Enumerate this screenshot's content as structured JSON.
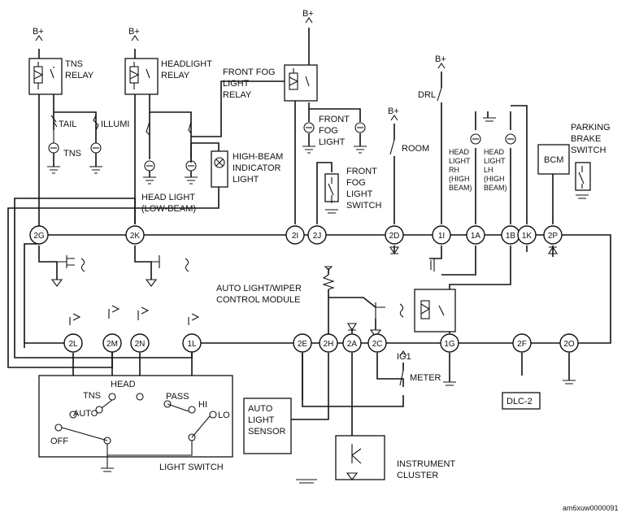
{
  "labels": {
    "bplus": "B+",
    "tns_relay": [
      "TNS",
      "RELAY"
    ],
    "headlight_relay": [
      "HEADLIGHT",
      "RELAY"
    ],
    "front_fog_light_relay": [
      "FRONT FOG",
      "LIGHT",
      "RELAY"
    ],
    "tail": "TAIL",
    "illumi": "ILLUMI",
    "tns_lamp": "TNS",
    "front_fog_light": [
      "FRONT",
      "FOG",
      "LIGHT"
    ],
    "high_beam_indicator": [
      "HIGH-BEAM",
      "INDICATOR",
      "LIGHT"
    ],
    "front_fog_light_switch": [
      "FRONT",
      "FOG",
      "LIGHT",
      "SWITCH"
    ],
    "head_light_low_beam": [
      "HEAD LIGHT",
      "(LOW-BEAM)"
    ],
    "room": "ROOM",
    "drl": "DRL",
    "head_light_rh": [
      "HEAD",
      "LIGHT",
      "RH",
      "(HIGH",
      "BEAM)"
    ],
    "head_light_lh": [
      "HEAD",
      "LIGHT",
      "LH",
      "(HIGH",
      "BEAM)"
    ],
    "bcm": "BCM",
    "parking_brake_switch": [
      "PARKING",
      "BRAKE",
      "SWITCH"
    ],
    "module": [
      "AUTO LIGHT/WIPER",
      "CONTROL MODULE"
    ],
    "ig1": "IG1",
    "meter": "METER",
    "auto_light_sensor": [
      "AUTO",
      "LIGHT",
      "SENSOR"
    ],
    "dlc2": "DLC-2",
    "instrument_cluster": [
      "INSTRUMENT",
      "CLUSTER"
    ],
    "light_switch": "LIGHT SWITCH",
    "sw_tns": "TNS",
    "sw_head": "HEAD",
    "sw_pass": "PASS",
    "sw_hi": "HI",
    "sw_lo": "LO",
    "sw_auto": "AUTO",
    "sw_off": "OFF",
    "figure_id": "am6xuw0000091"
  },
  "connectors": [
    "2G",
    "2K",
    "2I",
    "2J",
    "2D",
    "1I",
    "1A",
    "1B",
    "1K",
    "2P",
    "2L",
    "2M",
    "2N",
    "1L",
    "2E",
    "2H",
    "2A",
    "2C",
    "1G",
    "2F",
    "2O"
  ]
}
